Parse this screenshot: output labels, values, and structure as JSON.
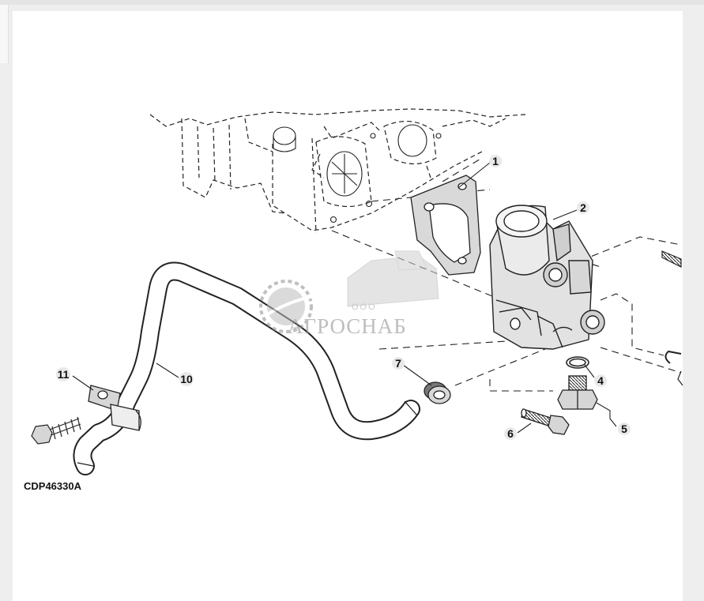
{
  "diagram": {
    "figure_code": "CDP46330A",
    "callouts": [
      "1",
      "2",
      "4",
      "5",
      "6",
      "7",
      "10",
      "11"
    ]
  },
  "watermark": {
    "prefix": "ООО",
    "name": "АГРОСНАБ"
  }
}
